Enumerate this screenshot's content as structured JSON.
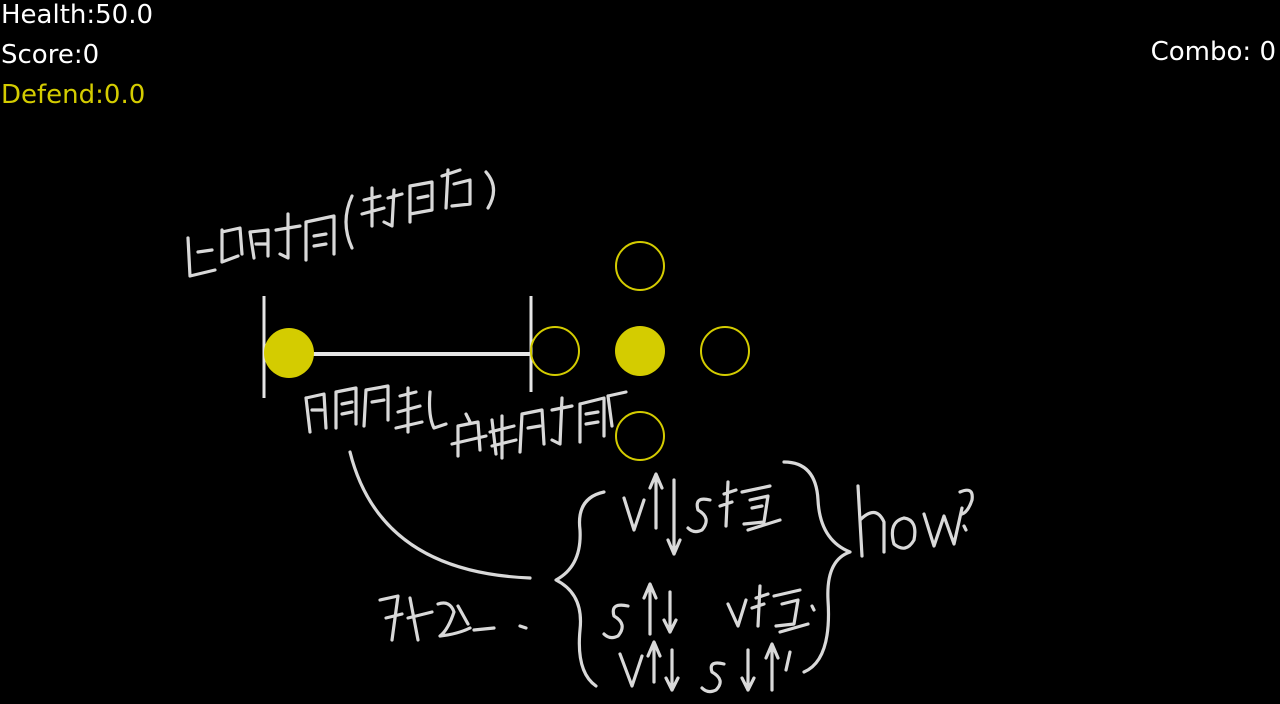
{
  "hud": {
    "health": "Health:50.0",
    "score": "Score:0",
    "defend": "Defend:0.0",
    "combo": "Combo: 0"
  },
  "colors": {
    "accent": "#d4cc00",
    "text": "#ffffff",
    "background": "#000000"
  },
  "notes": {
    "question": "how?"
  }
}
